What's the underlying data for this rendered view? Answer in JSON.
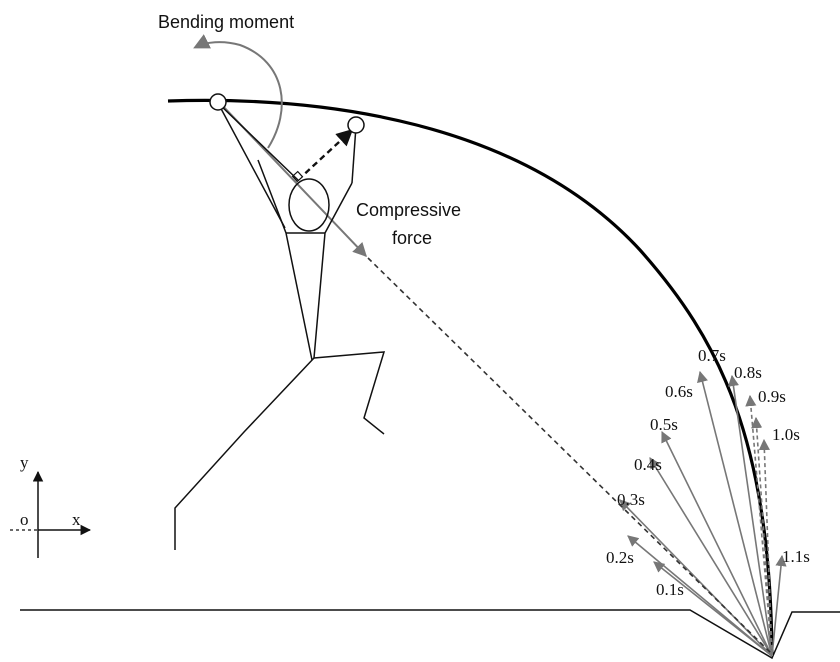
{
  "labels": {
    "bending_moment": "Bending moment",
    "compressive_line1": "Compressive",
    "compressive_line2": "force",
    "axis_y": "y",
    "axis_x": "x",
    "axis_origin": "o"
  },
  "colors": {
    "ink": "#111111",
    "arrow_gray": "#777777",
    "pole": "#000000"
  },
  "force_vectors": [
    {
      "label": "0.1s"
    },
    {
      "label": "0.2s"
    },
    {
      "label": "0.3s"
    },
    {
      "label": "0.4s"
    },
    {
      "label": "0.5s"
    },
    {
      "label": "0.6s"
    },
    {
      "label": "0.7s"
    },
    {
      "label": "0.8s"
    },
    {
      "label": "0.9s"
    },
    {
      "label": "1.0s"
    },
    {
      "label": "1.1s"
    }
  ]
}
